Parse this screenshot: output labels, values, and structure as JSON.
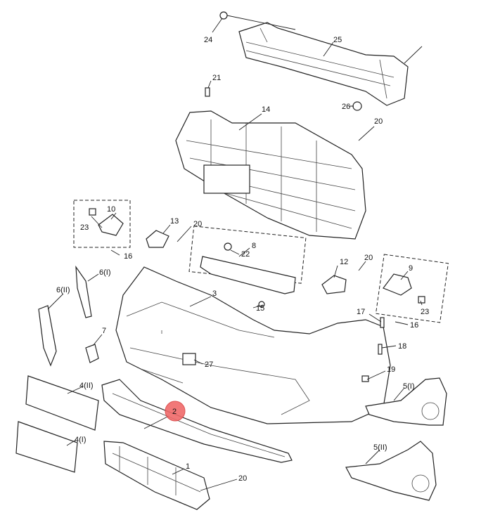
{
  "diagram": {
    "highlight_color": "#f06a6a",
    "callouts": [
      {
        "label": "24"
      },
      {
        "label": "25"
      },
      {
        "label": "21"
      },
      {
        "label": "14"
      },
      {
        "label": "26"
      },
      {
        "label": "20"
      },
      {
        "label": "10"
      },
      {
        "label": "23"
      },
      {
        "label": "16"
      },
      {
        "label": "13"
      },
      {
        "label": "20"
      },
      {
        "label": "8"
      },
      {
        "label": "22"
      },
      {
        "label": "20"
      },
      {
        "label": "12"
      },
      {
        "label": "9"
      },
      {
        "label": "6(I)"
      },
      {
        "label": "6(II)"
      },
      {
        "label": "3"
      },
      {
        "label": "15"
      },
      {
        "label": "17"
      },
      {
        "label": "23"
      },
      {
        "label": "16"
      },
      {
        "label": "7"
      },
      {
        "label": "18"
      },
      {
        "label": "27"
      },
      {
        "label": "19"
      },
      {
        "label": "4(II)"
      },
      {
        "label": "5(I)"
      },
      {
        "label": "2"
      },
      {
        "label": "4(I)"
      },
      {
        "label": "5(II)"
      },
      {
        "label": "1"
      },
      {
        "label": "20"
      }
    ]
  }
}
